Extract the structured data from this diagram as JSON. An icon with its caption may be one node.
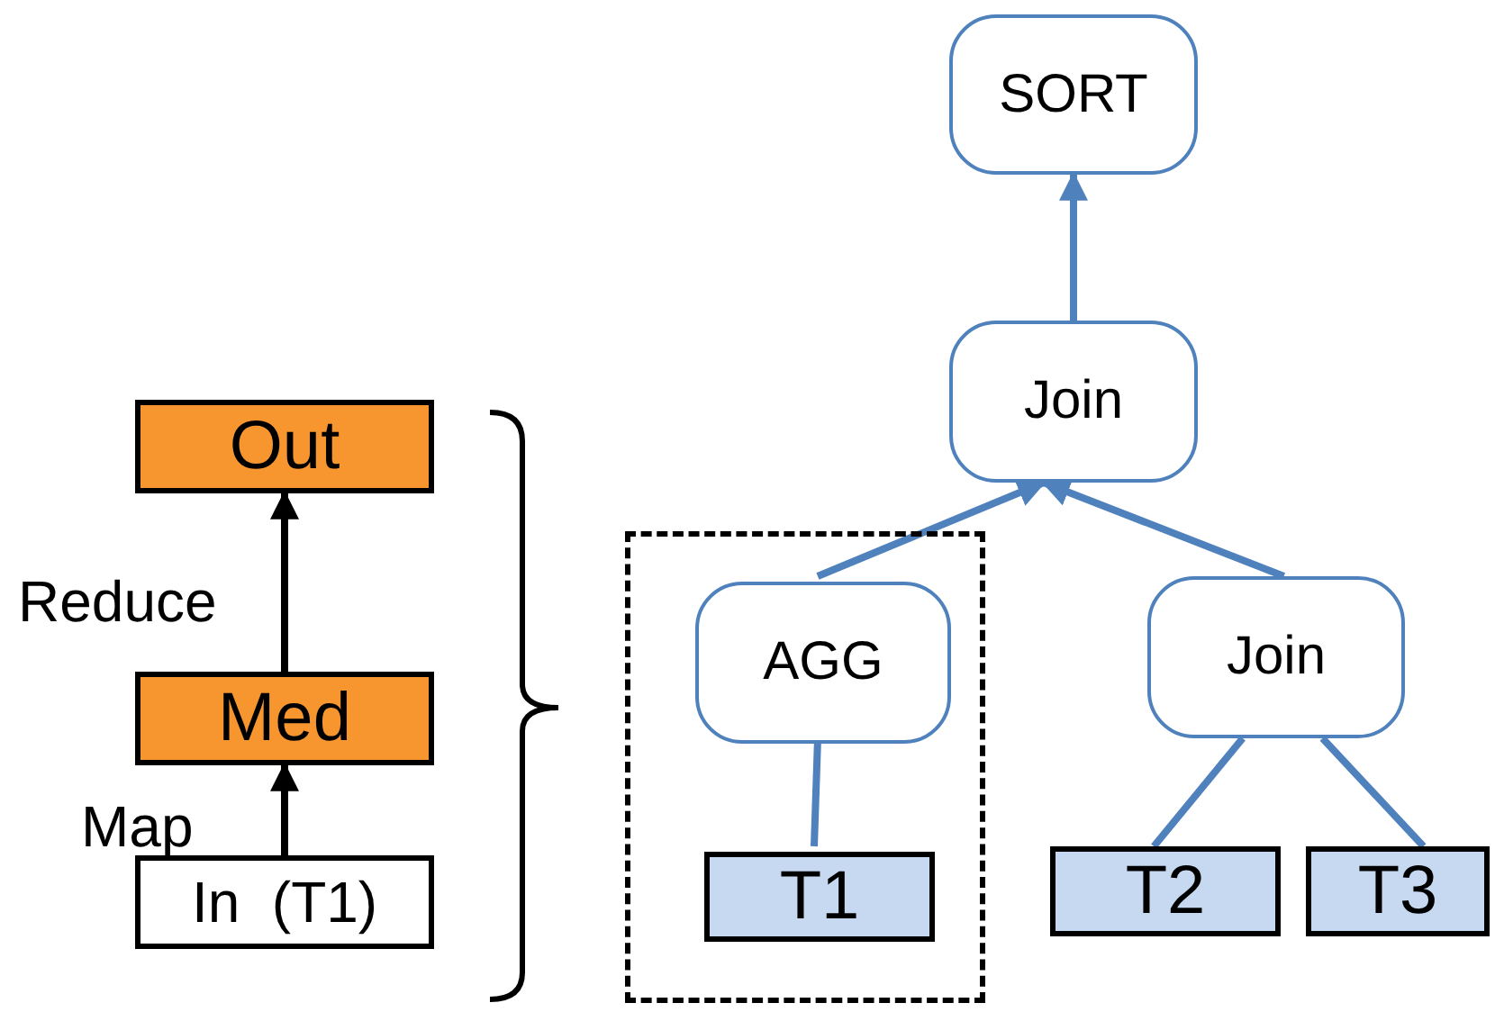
{
  "diagram": {
    "nodes": [
      {
        "text": [
          "Out"
        ]
      },
      {
        "text": [
          "Med"
        ]
      },
      {
        "text": [
          "In  (T1)"
        ]
      },
      {
        "text": [
          "SORT"
        ]
      },
      {
        "text": [
          "Join"
        ]
      },
      {
        "text": [],
        "shape": "box"
      },
      {
        "text": [
          "AGG"
        ],
        "in": 5
      },
      {
        "text": [
          "T1"
        ],
        "in": 5
      },
      {
        "text": [
          "Join"
        ]
      },
      {
        "text": [
          "T2"
        ]
      },
      {
        "text": [
          "T3"
        ]
      }
    ],
    "edges": [
      {
        "from": 2,
        "to": 1,
        "arrow": "to",
        "label": "Map",
        "color": "#000000"
      },
      {
        "from": 1,
        "to": 0,
        "arrow": "to",
        "label": "Reduce",
        "color": "#000000"
      },
      {
        "from": 7,
        "to": 6,
        "arrow": "none"
      },
      {
        "from": 6,
        "to": 4,
        "arrow": "to"
      },
      {
        "from": 8,
        "to": 4,
        "arrow": "to"
      },
      {
        "from": 4,
        "to": 3,
        "arrow": "to"
      },
      {
        "from": 9,
        "to": 8,
        "arrow": "none"
      },
      {
        "from": 10,
        "to": 8,
        "arrow": "none"
      }
    ]
  }
}
